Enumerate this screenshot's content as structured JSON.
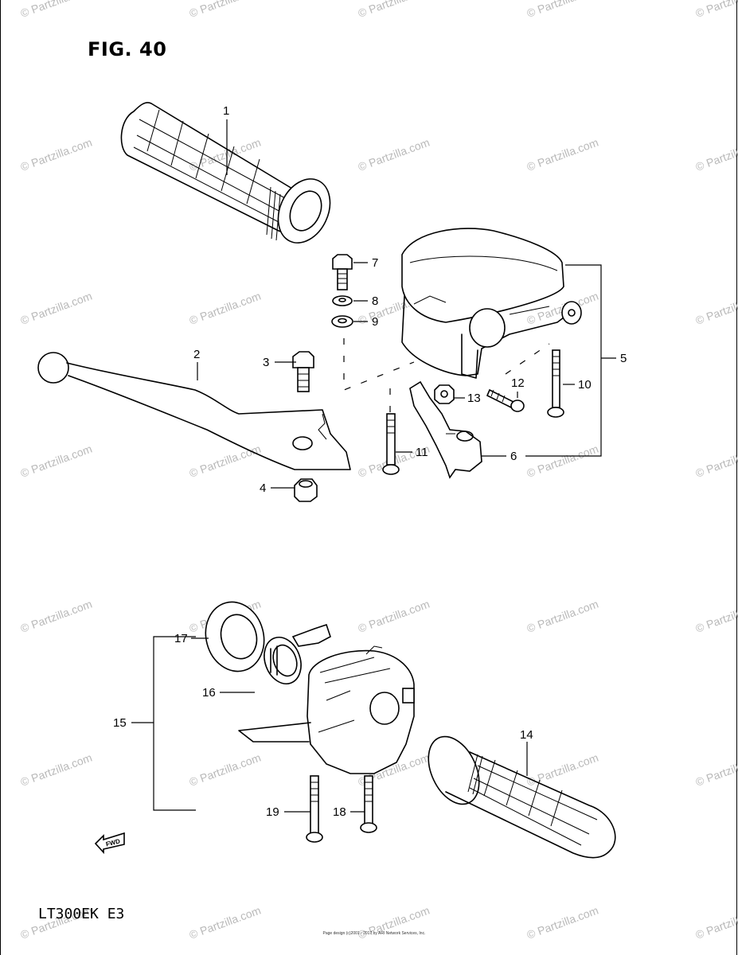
{
  "figure_title": "FIG. 40",
  "model_code": "LT300EK  E3",
  "watermark_text": "© Partzilla.com",
  "fwd_label": "FWD",
  "copyright_lines": [
    "Page design (c)2001 - 2017 by ARI Network Services, Inc."
  ],
  "callouts": [
    "1",
    "2",
    "3",
    "4",
    "5",
    "6",
    "7",
    "8",
    "9",
    "10",
    "11",
    "12",
    "13",
    "14",
    "15",
    "16",
    "17",
    "18",
    "19"
  ],
  "colors": {
    "ink": "#000000",
    "watermark": "#b9b9b9",
    "paper": "#ffffff"
  }
}
